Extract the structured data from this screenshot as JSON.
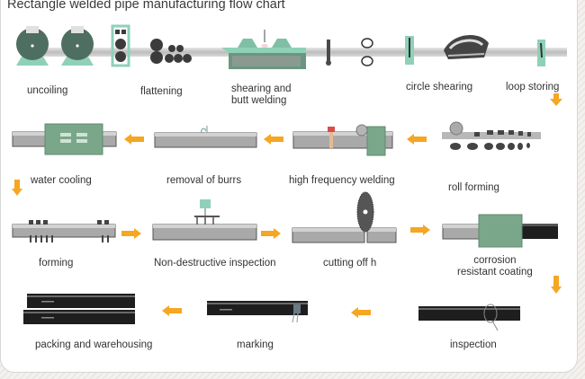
{
  "title": "Rectangle welded pipe manufacturing flow chart",
  "colors": {
    "accent_arrow": "#f5a623",
    "machine_dark_green": "#4d6e60",
    "machine_light_teal": "#8fd1b8",
    "box_green": "#7aa789",
    "pipe_gray": "#a9a9a9",
    "pipe_black": "#1e1e1e"
  },
  "steps": [
    {
      "id": 1,
      "label": "uncoiling",
      "icon": "uncoiler-rolls-icon"
    },
    {
      "id": 2,
      "label": "flattening",
      "icon": "flattening-rollers-icon"
    },
    {
      "id": 3,
      "label": "shearing and butt welding",
      "line1": "shearing and",
      "line2": "butt welding",
      "icon": "shear-weld-table-icon"
    },
    {
      "id": 4,
      "label": "circle shearing",
      "icon": "circle-shear-icon"
    },
    {
      "id": 5,
      "label": "loop storing",
      "icon": "loop-storage-icon"
    },
    {
      "id": 6,
      "label": "roll forming",
      "icon": "roll-forming-icon"
    },
    {
      "id": 7,
      "label": "high frequency welding",
      "icon": "hf-welder-icon"
    },
    {
      "id": 8,
      "label": "removal of burrs",
      "icon": "deburr-tool-icon"
    },
    {
      "id": 9,
      "label": "water cooling",
      "icon": "cooling-box-icon"
    },
    {
      "id": 10,
      "label": "forming",
      "icon": "sizing-rollers-icon"
    },
    {
      "id": 11,
      "label": "Non-destructive inspection",
      "icon": "ndt-probe-icon"
    },
    {
      "id": 12,
      "label": "cutting off h",
      "icon": "saw-blade-icon"
    },
    {
      "id": 13,
      "label": "corrosion resistant coating",
      "line1": "corrosion",
      "line2": "resistant coating",
      "icon": "coating-box-icon"
    },
    {
      "id": 14,
      "label": "inspection",
      "icon": "inspection-gauge-icon"
    },
    {
      "id": 15,
      "label": "marking",
      "icon": "marking-tool-icon"
    },
    {
      "id": 16,
      "label": "packing and warehousing",
      "icon": "stacked-pipes-icon"
    }
  ]
}
